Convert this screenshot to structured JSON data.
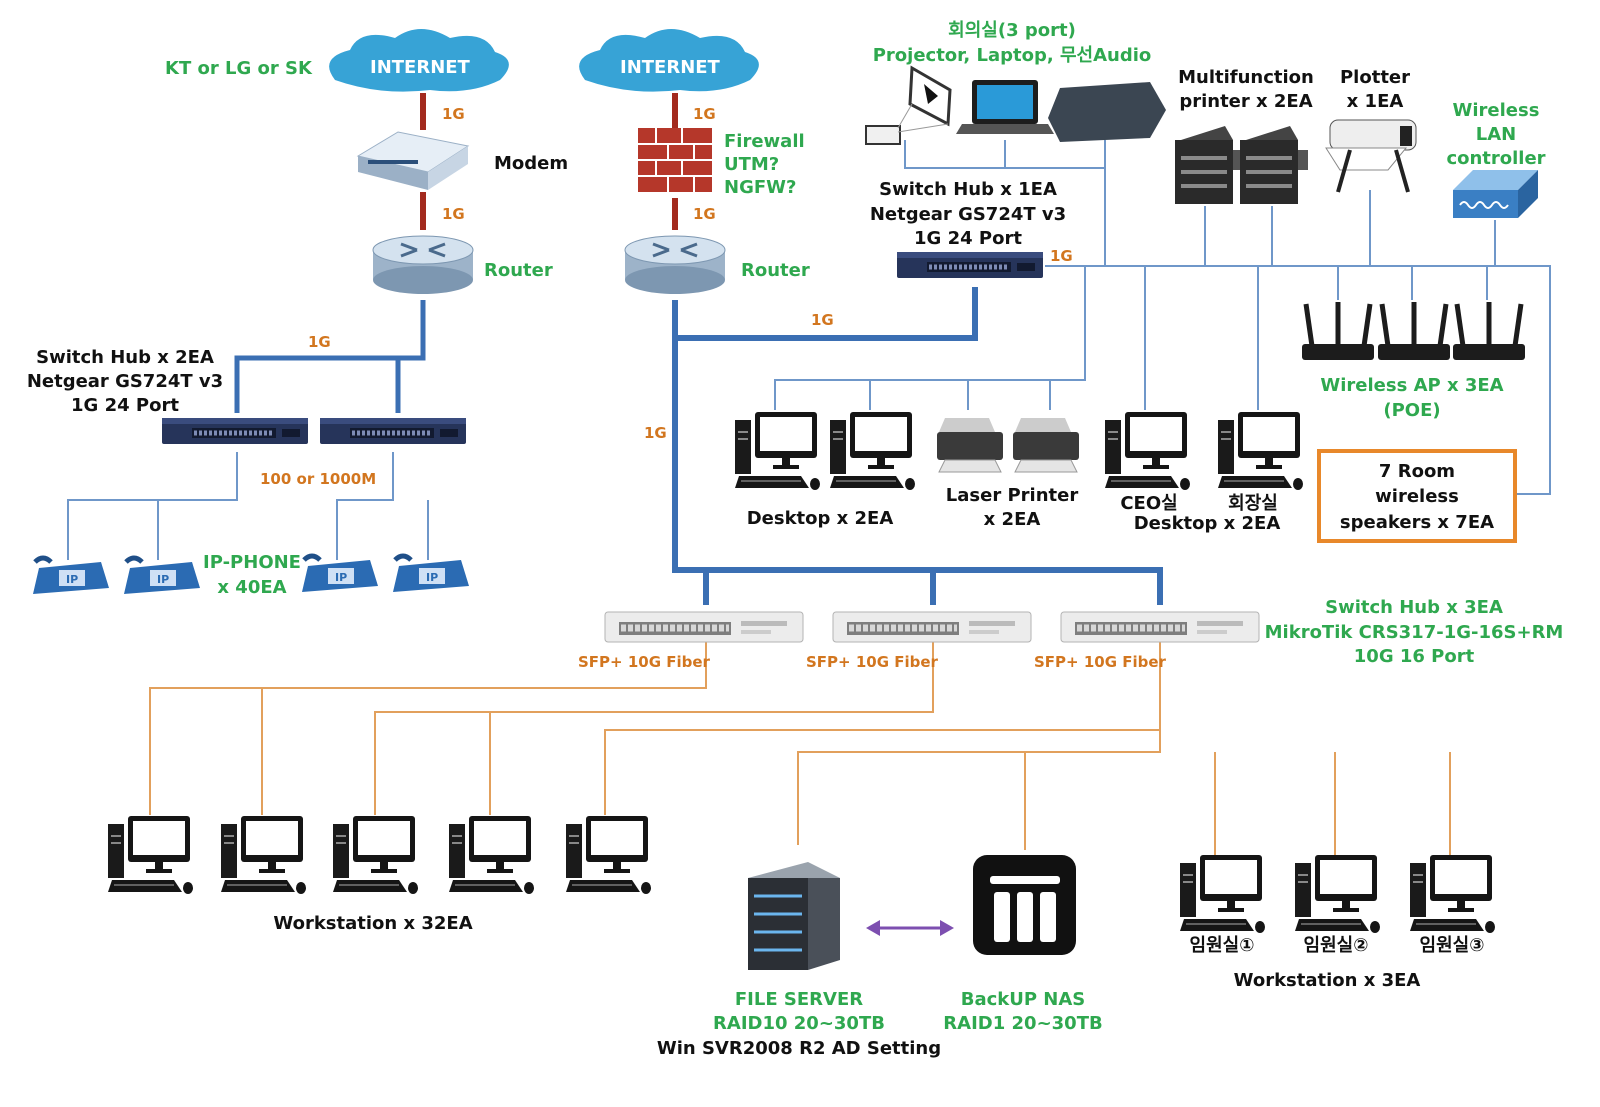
{
  "colors": {
    "green_label": "#2fa84f",
    "link_1g": "#a32a1e",
    "trunk_blue": "#3b6fb3",
    "thin_blue": "#6f97c9",
    "fiber_orange": "#e2a05c",
    "speaker_box": "#e8882a",
    "sync_arrow": "#7d4fb0"
  },
  "icons": [
    "cloud-icon",
    "modem-icon",
    "router-icon",
    "firewall-icon",
    "switch-icon",
    "fiber-switch-icon",
    "projector-icon",
    "laptop-icon",
    "audio-speaker-icon",
    "multifunction-printer-icon",
    "plotter-icon",
    "wlan-controller-icon",
    "wireless-ap-icon",
    "desktop-icon",
    "laser-printer-icon",
    "ip-phone-icon",
    "server-icon",
    "nas-icon"
  ],
  "labels": {
    "isp": "KT or LG or SK",
    "internet": "INTERNET",
    "link_1g": "1G",
    "modem": "Modem",
    "router": "Router",
    "firewall": [
      "Firewall",
      "UTM?",
      "NGFW?"
    ],
    "switch_left": [
      "Switch Hub x 2EA",
      "Netgear GS724T v3",
      "1G 24 Port"
    ],
    "lan_speed": "100 or 1000M",
    "ip_phone": [
      "IP-PHONE",
      "x 40EA"
    ],
    "ip": "IP",
    "meeting_room": [
      "회의실(3 port)",
      "Projector, Laptop, 무선Audio"
    ],
    "switch_top": [
      "Switch Hub x 1EA",
      "Netgear GS724T v3",
      "1G 24 Port"
    ],
    "mfp": [
      "Multifunction",
      "printer x 2EA"
    ],
    "plotter": [
      "Plotter",
      "x 1EA"
    ],
    "wlc": [
      "Wireless",
      "LAN",
      "controller"
    ],
    "ap": [
      "Wireless AP x 3EA",
      "(POE)"
    ],
    "speakers": [
      "7 Room",
      "wireless",
      "speakers x 7EA"
    ],
    "desktop2": "Desktop x 2EA",
    "laser": [
      "Laser Printer",
      "x 2EA"
    ],
    "ceo": "CEO실",
    "chairman": "회장실",
    "desktop2b": "Desktop x 2EA",
    "switch_core": [
      "Switch Hub x 3EA",
      "MikroTik CRS317-1G-16S+RM",
      "10G 16 Port"
    ],
    "sfp": "SFP+ 10G Fiber",
    "ws32": "Workstation x 32EA",
    "file_server": [
      "FILE SERVER",
      "RAID10 20~30TB"
    ],
    "file_server_os": "Win SVR2008 R2 AD Setting",
    "nas": [
      "BackUP NAS",
      "RAID1 20~30TB"
    ],
    "exec": [
      "임원실①",
      "임원실②",
      "임원실③"
    ],
    "ws3": "Workstation x 3EA"
  }
}
